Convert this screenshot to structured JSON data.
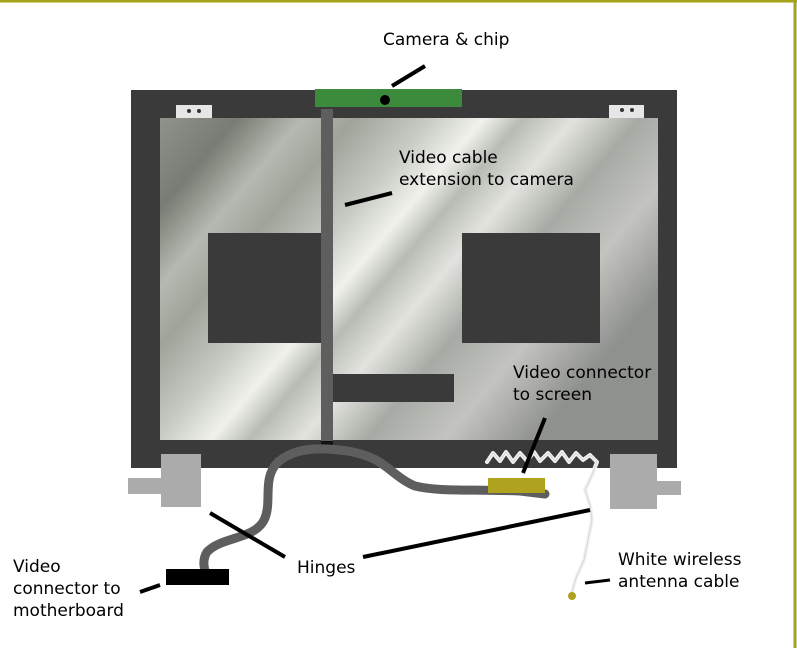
{
  "title": "",
  "colors": {
    "border": "#a3a31a",
    "bezel": "#3a3a3a",
    "camera_board": "#3c8a3c",
    "video_connector": "#aea21e",
    "motherboard_connector": "#000000",
    "video_cable": "#5e5e5e",
    "antenna_cable": "#f2f2f2",
    "hinge": "#ababab"
  },
  "labels": {
    "camera": "Camera & chip",
    "video_cable_ext": "Video cable\nextension to camera",
    "video_connector_screen": "Video connector\nto screen",
    "video_connector_mb": "Video\nconnector to\nmotherboard",
    "hinges": "Hinges",
    "antenna": "White wireless\nantenna cable"
  }
}
